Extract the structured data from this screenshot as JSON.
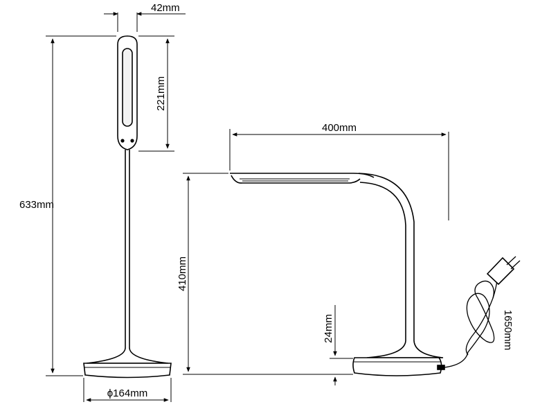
{
  "dimensions": {
    "head_width": "42mm",
    "head_length": "221mm",
    "total_height": "633mm",
    "base_diameter": "ϕ164mm",
    "arm_reach": "400mm",
    "arm_height": "410mm",
    "base_height": "24mm",
    "cable_length": "1650mm"
  },
  "colors": {
    "line": "#000000",
    "background": "#ffffff",
    "panel_fill": "#f2f2f2"
  }
}
